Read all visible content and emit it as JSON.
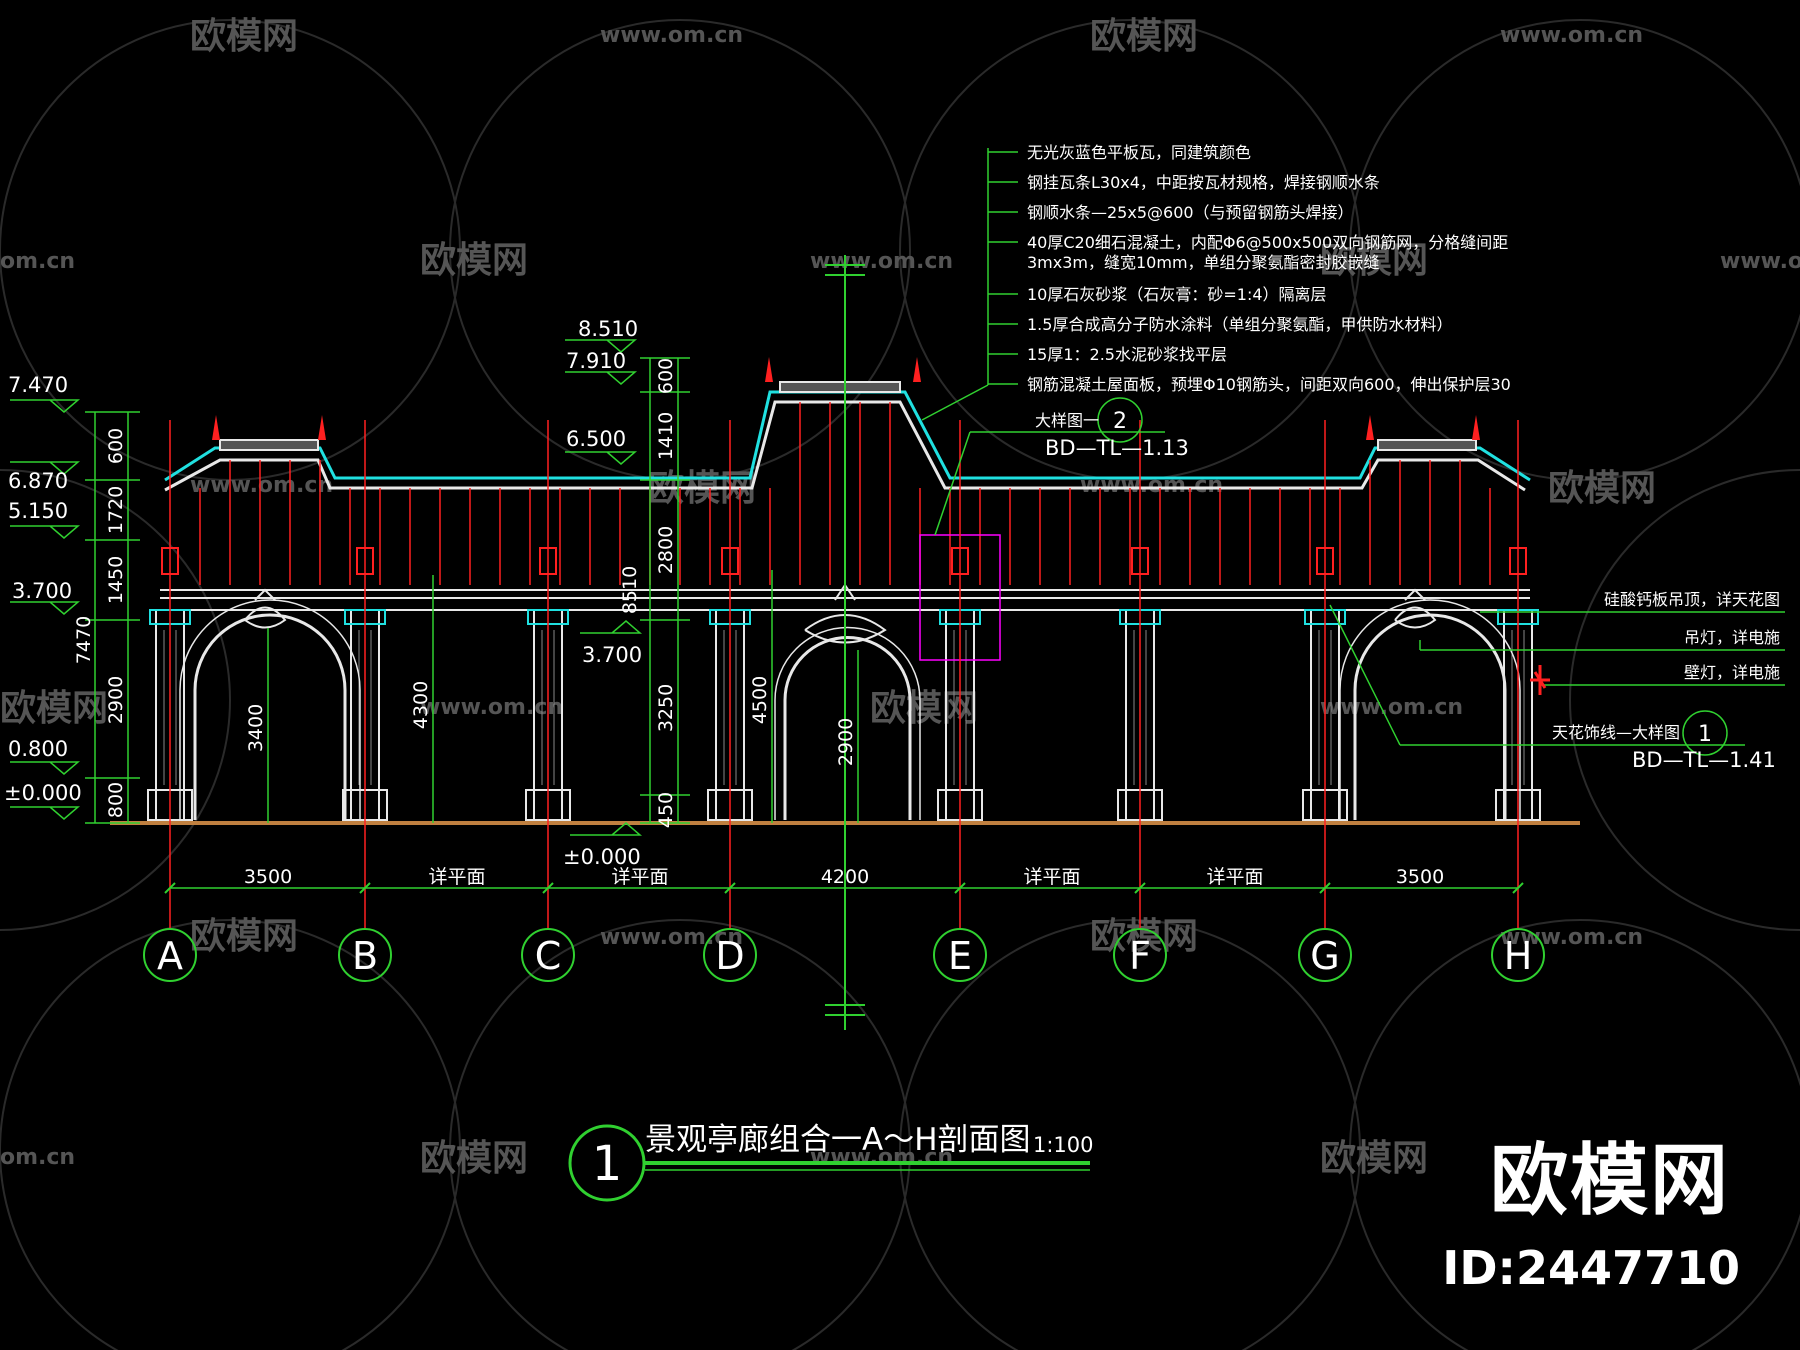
{
  "colors": {
    "background": "#000000",
    "grid": "#ff2020",
    "dimension": "#30d030",
    "structure": "#e8e8e8",
    "roof_edge": "#20e0e0",
    "highlight": "#ff00ff",
    "ground": "#c08040",
    "text": "#ffffff"
  },
  "watermark": {
    "brand": "欧模网",
    "url": "www.om.cn",
    "url_short": "om.cn",
    "id_text": "ID:2447710"
  },
  "title": {
    "number": "1",
    "text": "景观亭廊组合一A～H剖面图",
    "scale": "1:100"
  },
  "axes": [
    "A",
    "B",
    "C",
    "D",
    "E",
    "F",
    "G",
    "H"
  ],
  "bay_dimensions": [
    "3500",
    "详平面",
    "详平面",
    "4200",
    "详平面",
    "详平面",
    "3500"
  ],
  "left_elevations": [
    "7.470",
    "6.870",
    "5.150",
    "3.700",
    "0.800",
    "±0.000"
  ],
  "left_dims": [
    "600",
    "1720",
    "1450",
    "2900",
    "800"
  ],
  "left_total": "7470",
  "center_elevations": [
    "8.510",
    "7.910",
    "6.500",
    "3.700",
    "±0.000"
  ],
  "center_dims": [
    "600",
    "1410",
    "2800",
    "3250",
    "450"
  ],
  "center_total": "8510",
  "inner_dims": [
    "3400",
    "4300",
    "4500",
    "2900"
  ],
  "roof_notes": [
    "无光灰蓝色平板瓦，同建筑颜色",
    "钢挂瓦条L30x4，中距按瓦材规格，焊接钢顺水条",
    "钢顺水条—25x5@600（与预留钢筋头焊接）",
    "40厚C20细石混凝土，内配Φ6@500x500双向钢筋网，分格缝间距",
    "3mx3m，缝宽10mm，单组分聚氨酯密封胶嵌缝",
    "10厚石灰砂浆（石灰膏：砂=1:4）隔离层",
    "1.5厚合成高分子防水涂料（单组分聚氨酯，甲供防水材料）",
    "15厚1：2.5水泥砂浆找平层",
    "钢筋混凝土屋面板，预埋Φ10钢筋头，间距双向600，伸出保护层30"
  ],
  "detail_refs": [
    {
      "label": "大样图一",
      "number": "2",
      "code": "BD—TL—1.13"
    },
    {
      "label": "天花饰线—大样图",
      "number": "1",
      "code": "BD—TL—1.41"
    }
  ],
  "right_notes": [
    "硅酸钙板吊顶，详天花图",
    "吊灯，详电施",
    "壁灯，详电施"
  ]
}
